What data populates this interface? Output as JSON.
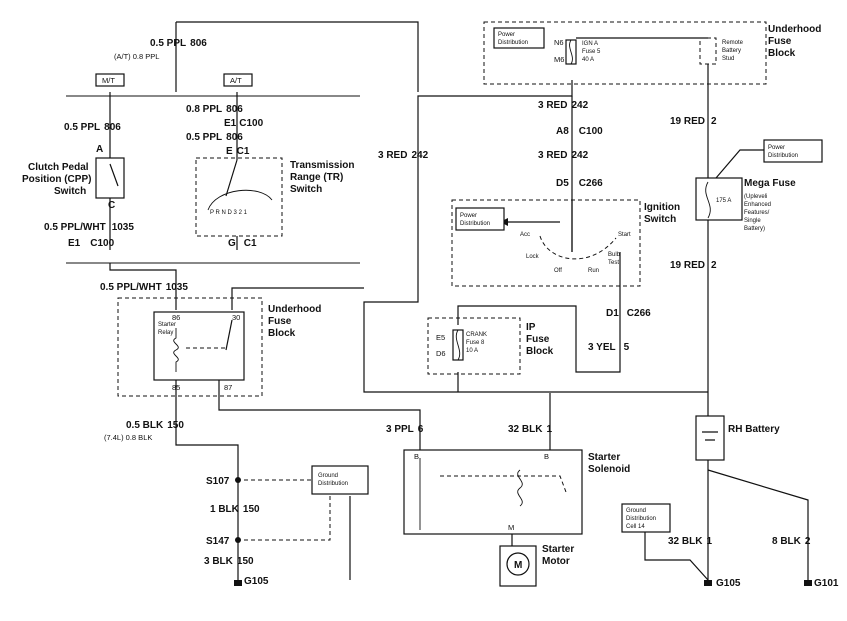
{
  "wires": {
    "w806_top": "0.5 PPL",
    "w806_top_num": "806",
    "w806_at": "(A/T) 0.8 PPL",
    "mt_tag": "M/T",
    "at_tag": "A/T",
    "w806_08": "0.8 PPL",
    "w806_08_num": "806",
    "w806_left": "0.5 PPL",
    "w806_left_num": "806",
    "w806_05": "0.5 PPL",
    "w806_05_num": "806",
    "w1035_a": "0.5 PPL/WHT",
    "w1035_a_num": "1035",
    "w1035_b": "0.5 PPL/WHT",
    "w1035_b_num": "1035",
    "w242_a": "3 RED",
    "w242_a_num": "242",
    "w242_b": "3 RED",
    "w242_b_num": "242",
    "w242_c": "3 RED",
    "w242_c_num": "242",
    "w2_a": "19 RED",
    "w2_a_num": "2",
    "w2_b": "19 RED",
    "w2_b_num": "2",
    "w5": "3 YEL",
    "w5_num": "5",
    "w150_a": "0.5 BLK",
    "w150_a_num": "150",
    "w150_74": "(7.4L) 0.8 BLK",
    "w150_b": "1 BLK",
    "w150_b_num": "150",
    "w150_c": "3 BLK",
    "w150_c_num": "150",
    "w6": "3 PPL",
    "w6_num": "6",
    "w1_a": "32 BLK",
    "w1_a_num": "1",
    "w1_b": "32 BLK",
    "w1_b_num": "1",
    "w2_blk": "8 BLK",
    "w2_blk_num": "2"
  },
  "connectors": {
    "e1_c100_a": "E1",
    "c100_a": "C100",
    "e_c1": "E",
    "c1_a": "C1",
    "a_pin": "A",
    "c_pin": "C",
    "e1_c100_b": "E1",
    "c100_b": "C100",
    "g_c1": "G",
    "c1_b": "C1",
    "a8": "A8",
    "c100_c": "C100",
    "d5": "D5",
    "c266_a": "C266",
    "d1": "D1",
    "c266_b": "C266",
    "n6": "N6",
    "m6": "M6",
    "e5": "E5",
    "d6": "D6",
    "p86": "86",
    "p30": "30",
    "p85": "85",
    "p87": "87",
    "b_left": "B",
    "b_right": "B",
    "m_pin": "M"
  },
  "components": {
    "cpp_switch": [
      "Clutch Pedal",
      "Position (CPP)",
      "Switch"
    ],
    "tr_switch": [
      "Transmission",
      "Range (TR)",
      "Switch"
    ],
    "tr_positions": "P R N D 3 2 1",
    "underhood_fuse_block_top": [
      "Underhood",
      "Fuse",
      "Block"
    ],
    "power_distribution_top": [
      "Power",
      "Distribution"
    ],
    "ign_fuse": [
      "IGN A",
      "Fuse 5",
      "40 A"
    ],
    "remote_battery_stud": [
      "Remote",
      "Battery",
      "Stud"
    ],
    "ignition_switch": [
      "Ignition",
      "Switch"
    ],
    "power_distribution_ign": [
      "Power",
      "Distribution"
    ],
    "ign_positions": [
      "Acc",
      "Lock",
      "Off",
      "Run",
      "Bulb",
      "Test",
      "Start"
    ],
    "power_distribution_mega": [
      "Power",
      "Distribution"
    ],
    "mega_fuse": "Mega Fuse",
    "mega_fuse_rating": "175 A",
    "mega_fuse_note": [
      "(Upleveli",
      "Enhanced",
      "Features/",
      "Single",
      "Battery)"
    ],
    "underhood_fuse_block_mid": [
      "Underhood",
      "Fuse",
      "Block"
    ],
    "starter_relay": [
      "Starter",
      "Relay"
    ],
    "ip_fuse_block": [
      "IP",
      "Fuse",
      "Block"
    ],
    "crank_fuse": [
      "CRANK",
      "Fuse 8",
      "10 A"
    ],
    "rh_battery": "RH Battery",
    "ground_distribution_left": [
      "Ground",
      "Distribution"
    ],
    "ground_distribution_right": [
      "Ground",
      "Distribution",
      "Cell 14"
    ],
    "starter_solenoid": [
      "Starter",
      "Solenoid"
    ],
    "starter_motor": [
      "Starter",
      "Motor"
    ],
    "motor_symbol": "M",
    "splice_s107": "S107",
    "splice_s147": "S147",
    "ground_g105_a": "G105",
    "ground_g105_b": "G105",
    "ground_g101": "G101"
  }
}
